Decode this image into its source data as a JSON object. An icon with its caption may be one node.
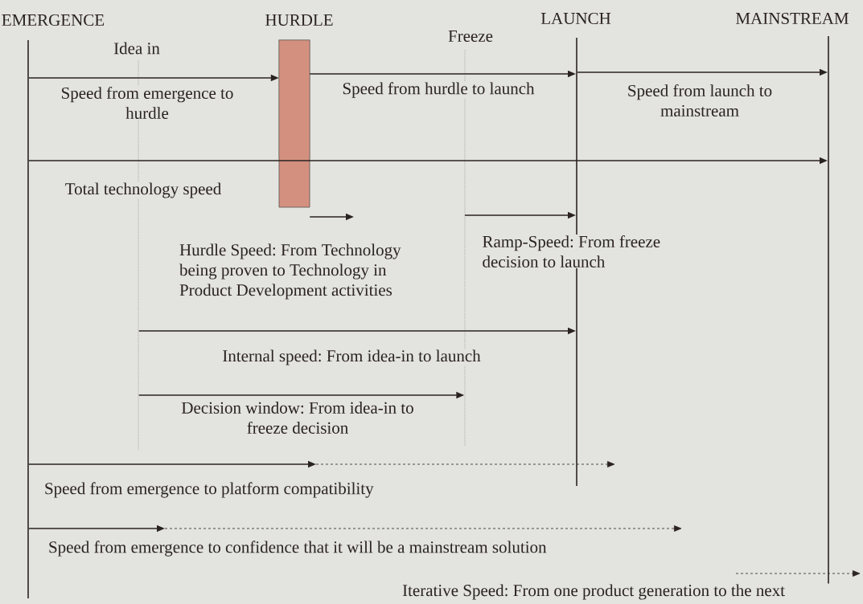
{
  "diagram": {
    "nodes": [
      {
        "text": [
          "EMERGENCE"
        ]
      },
      {
        "text": [
          "HURDLE"
        ]
      },
      {
        "text": [
          "LAUNCH"
        ]
      },
      {
        "text": [
          "MAINSTREAM"
        ]
      },
      {
        "text": [],
        "shape": "line"
      },
      {
        "text": [],
        "shape": "line"
      }
    ],
    "edges": [
      {
        "from": 0,
        "to": 1,
        "arrow": "to",
        "label": "Speed from emergence to hurdle"
      },
      {
        "from": 1,
        "to": 2,
        "arrow": "to",
        "label": "Speed from hurdle to launch"
      },
      {
        "from": 2,
        "to": 3,
        "arrow": "to",
        "label": "Speed from launch to mainstream"
      },
      {
        "from": 0,
        "to": 3,
        "arrow": "to",
        "label": "Total technology speed"
      },
      {
        "from": 1,
        "to": null,
        "arrow": "to",
        "label": "Hurdle Speed: From Technology being proven to Technology in Product Development activities"
      },
      {
        "from": null,
        "to": 2,
        "arrow": "to",
        "label": "Ramp-Speed: From freeze decision to launch"
      },
      {
        "from": 4,
        "to": 2,
        "arrow": "to",
        "label": "Internal speed: From idea-in to launch"
      },
      {
        "from": 4,
        "to": 5,
        "arrow": "to",
        "label": "Decision window: From idea-in to freeze decision"
      },
      {
        "from": 0,
        "to": null,
        "arrow": "to",
        "style": "dashed",
        "label": "Speed from emergence to platform compatibility"
      },
      {
        "from": 0,
        "to": null,
        "arrow": "to",
        "style": "dashed",
        "label": "Speed from emergence to confidence that it will be a mainstream solution"
      },
      {
        "from": null,
        "to": 3,
        "arrow": "to",
        "style": "dashed",
        "label": "Iterative Speed: From one product generation to the next"
      }
    ],
    "labels": [
      "Idea in",
      "Freeze"
    ]
  }
}
